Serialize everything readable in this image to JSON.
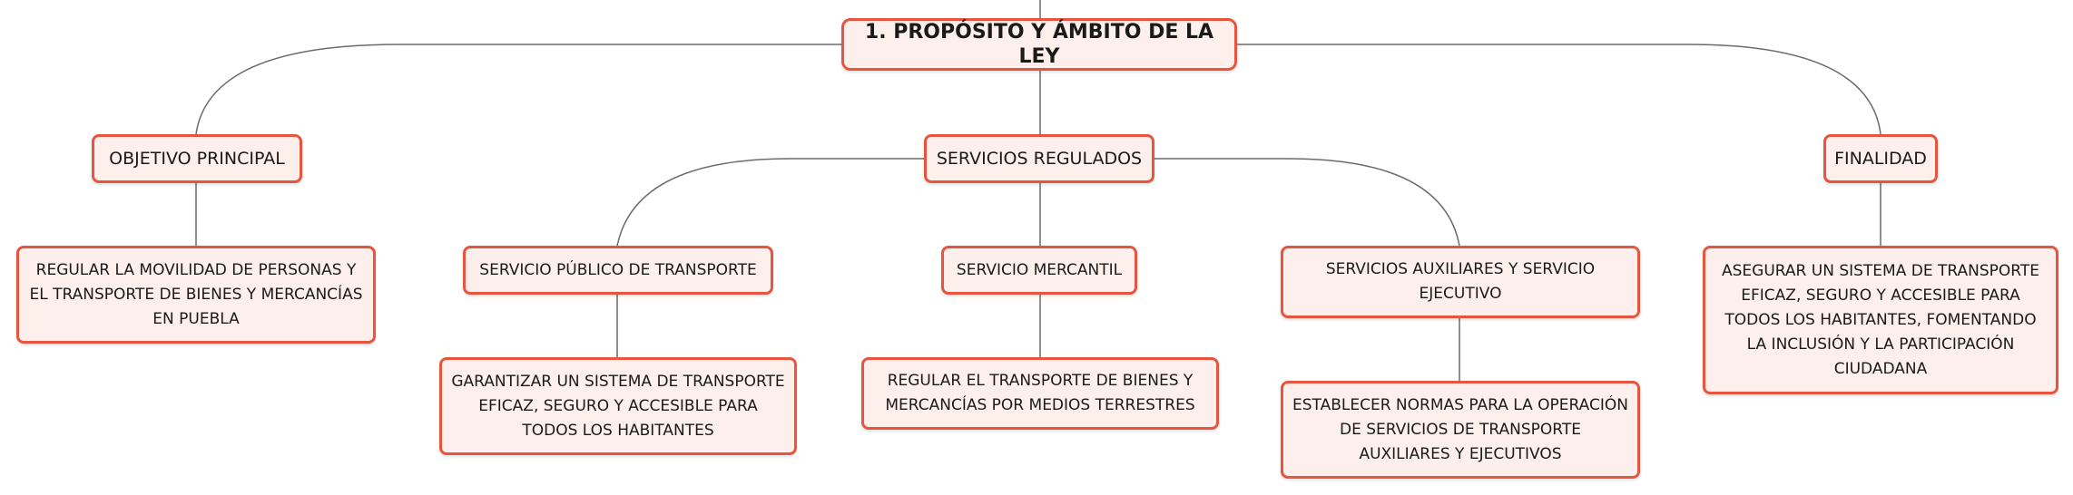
{
  "root": {
    "label": "1. PROPÓSITO Y ÁMBITO DE LA LEY"
  },
  "branches": {
    "objetivo": {
      "label": "OBJETIVO PRINCIPAL",
      "detail": "REGULAR LA MOVILIDAD DE PERSONAS Y EL TRANSPORTE DE BIENES Y MERCANCÍAS EN PUEBLA"
    },
    "servicios": {
      "label": "SERVICIOS REGULADOS",
      "children": [
        {
          "label": "SERVICIO PÚBLICO DE TRANSPORTE",
          "detail": "GARANTIZAR UN SISTEMA DE TRANSPORTE EFICAZ, SEGURO Y ACCESIBLE PARA TODOS LOS HABITANTES"
        },
        {
          "label": "SERVICIO MERCANTIL",
          "detail": "REGULAR EL TRANSPORTE DE BIENES Y MERCANCÍAS POR MEDIOS TERRESTRES"
        },
        {
          "label": "SERVICIOS AUXILIARES Y SERVICIO EJECUTIVO",
          "detail": "ESTABLECER NORMAS PARA LA OPERACIÓN DE SERVICIOS DE TRANSPORTE AUXILIARES Y EJECUTIVOS"
        }
      ]
    },
    "finalidad": {
      "label": "FINALIDAD",
      "detail": "ASEGURAR UN SISTEMA DE TRANSPORTE EFICAZ, SEGURO Y ACCESIBLE PARA TODOS LOS HABITANTES, FOMENTANDO LA INCLUSIÓN Y LA PARTICIPACIÓN CIUDADANA"
    }
  },
  "colors": {
    "node_border": "#e8553f",
    "node_fill": "#fdf0ec",
    "connector": "#6b6b6b"
  }
}
